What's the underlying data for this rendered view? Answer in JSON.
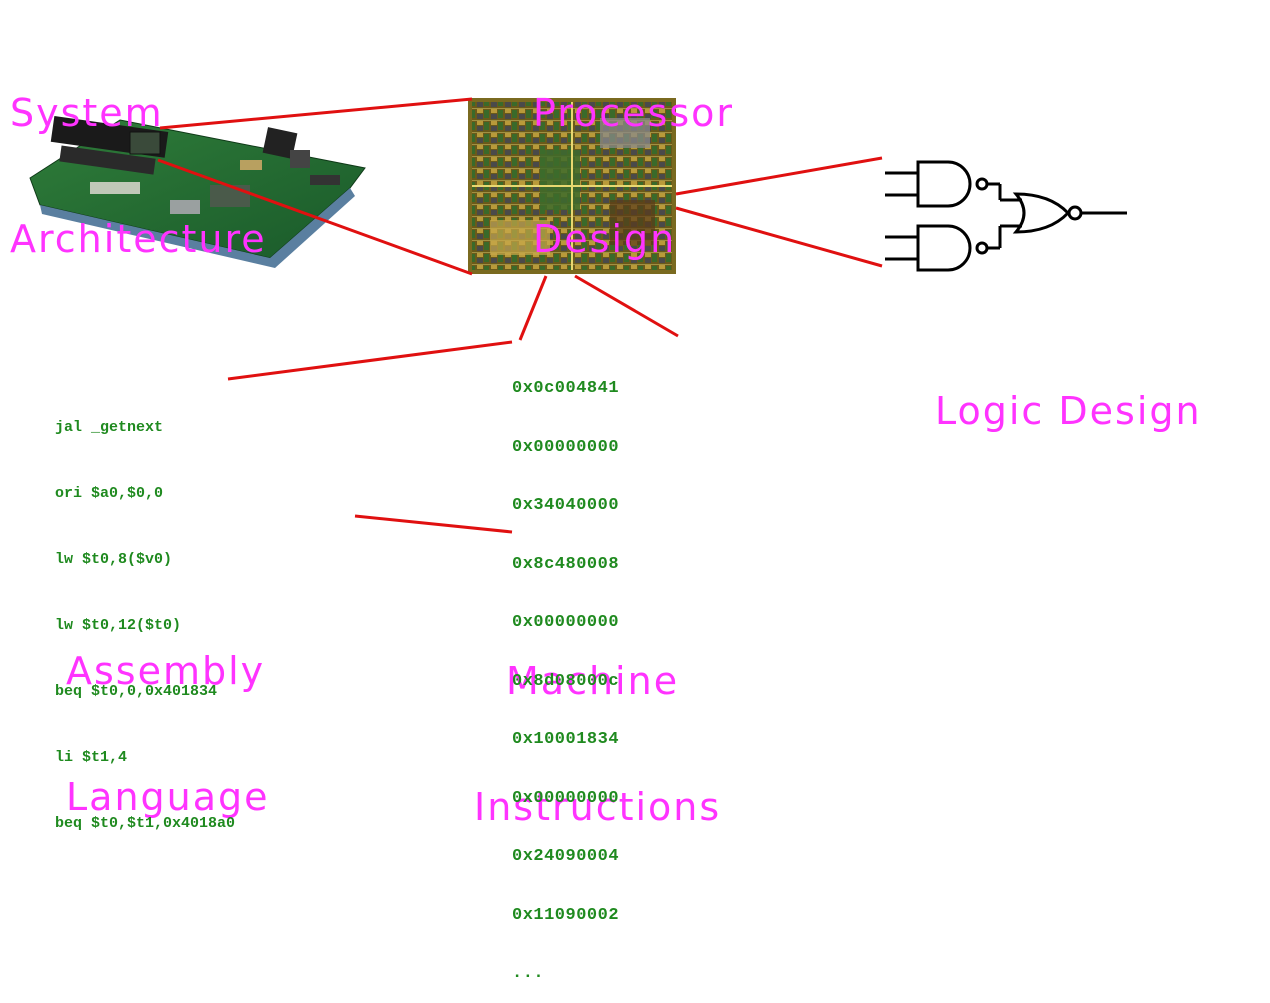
{
  "labels": {
    "system_architecture": [
      "System",
      "Architecture"
    ],
    "processor_design": [
      "Processor",
      "Design"
    ],
    "logic_design": [
      "Logic Design"
    ],
    "assembly_language": [
      "Assembly",
      "Language"
    ],
    "machine_instructions": [
      "Machine",
      "Instructions"
    ]
  },
  "assembly_code": [
    "jal _getnext",
    "ori $a0,$0,0",
    "lw $t0,8($v0)",
    "lw $t0,12($t0)",
    "beq $t0,0,0x401834",
    "li $t1,4",
    "beq $t0,$t1,0x4018a0"
  ],
  "machine_code": [
    "0x0c004841",
    "0x00000000",
    "0x34040000",
    "0x8c480008",
    "0x00000000",
    "0x8d08000c",
    "0x10001834",
    "0x00000000",
    "0x24090004",
    "0x11090002",
    "..."
  ],
  "colors": {
    "label": "#ff33ff",
    "connector": "#e01010",
    "code": "#1f8a1f"
  },
  "icons": [
    "motherboard-photo",
    "processor-die-photo",
    "logic-gate-schematic"
  ]
}
